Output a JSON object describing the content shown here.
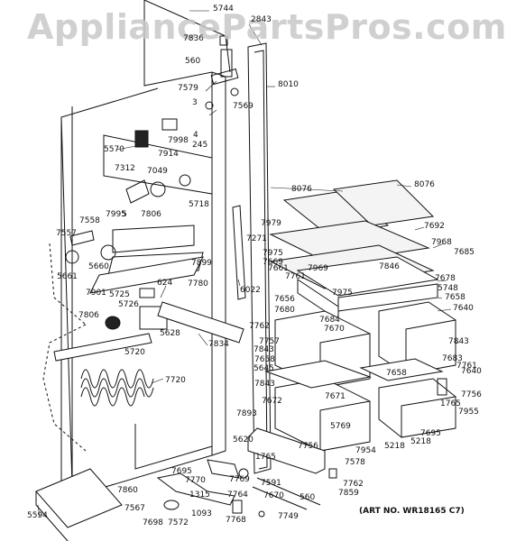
{
  "watermark": "AppliancePartsPros.com",
  "art_number": "(ART NO. WR18165 C7)",
  "part_labels": [
    "5744",
    "2843",
    "7836",
    "560",
    "7579",
    "7569",
    "8010",
    "3",
    "5570",
    "7998",
    "4",
    "245",
    "7914",
    "7312",
    "7049",
    "5718",
    "7995",
    "5",
    "7806",
    "7558",
    "7557",
    "5660",
    "5661",
    "7899",
    "7901",
    "5725",
    "624",
    "5726",
    "7780",
    "6022",
    "7806",
    "5628",
    "7834",
    "5720",
    "7720",
    "8076",
    "8076",
    "7979",
    "7271",
    "7692",
    "7975",
    "7669",
    "7661",
    "7969",
    "7846",
    "7968",
    "7685",
    "7761",
    "7975",
    "7678",
    "5748",
    "7658",
    "7656",
    "7680",
    "7684",
    "7670",
    "7762",
    "7757",
    "7843",
    "7640",
    "7658",
    "5645",
    "7843",
    "7658",
    "7683",
    "7761",
    "7640",
    "7843",
    "7671",
    "7756",
    "1765",
    "7955",
    "7672",
    "7893",
    "5769",
    "5218",
    "7954",
    "5218",
    "7695",
    "5620",
    "1765",
    "7756",
    "7578",
    "7695",
    "7769",
    "7591",
    "560",
    "7770",
    "1315",
    "7764",
    "7670",
    "7762",
    "7859",
    "7860",
    "7567",
    "7698",
    "7572",
    "1093",
    "7768",
    "7749",
    "5594"
  ],
  "colors": {
    "ink": "#111111",
    "watermark": "#c8c8c8",
    "paper": "#ffffff"
  }
}
